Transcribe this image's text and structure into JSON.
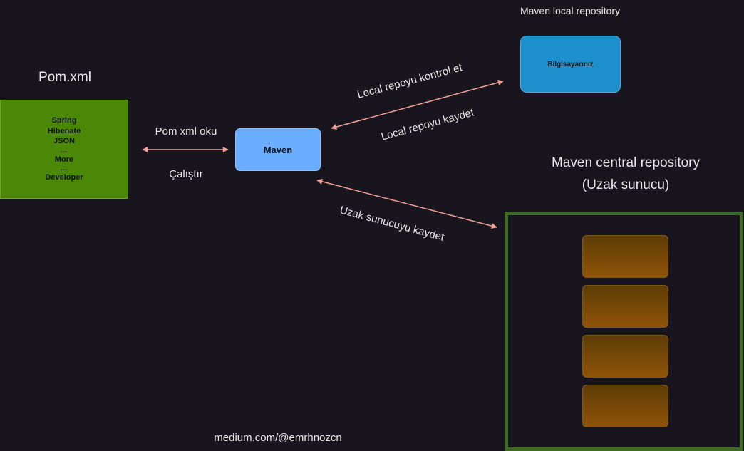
{
  "pom": {
    "title": "Pom.xml",
    "lines": [
      "Spring",
      "Hibenate",
      "JSON",
      "....",
      "More",
      "....",
      "Developer"
    ]
  },
  "maven": {
    "label": "Maven"
  },
  "local_repo": {
    "title": "Maven local repository",
    "box_label": "Bilgisayarınız"
  },
  "central_repo": {
    "title_line1": "Maven central repository",
    "title_line2": "(Uzak sunucu)",
    "artifact_count": 4
  },
  "edges": {
    "pom_maven_top": "Pom xml oku",
    "pom_maven_bottom": "Çalıştır",
    "maven_local_top": "Local repoyu kontrol et",
    "maven_local_bottom": "Local repoyu kaydet",
    "maven_central": "Uzak sunucuyu kaydet"
  },
  "footer": {
    "credit": "medium.com/@emrhnozcn"
  },
  "colors": {
    "background": "#18151e",
    "pom_box": "#4c8808",
    "maven_box": "#6aadff",
    "local_box": "#1d8fcc",
    "central_frame": "#3e6a25",
    "artifact": "#8f5308",
    "arrow": "#f4a198"
  }
}
